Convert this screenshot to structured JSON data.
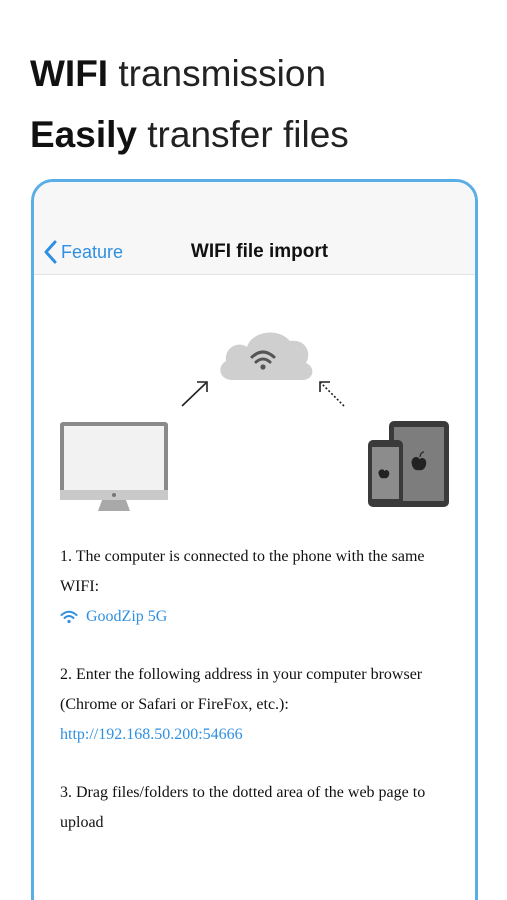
{
  "headline": {
    "line1_bold": "WIFI",
    "line1_rest": " transmission",
    "line2_bold": "Easily",
    "line2_rest": " transfer files"
  },
  "navbar": {
    "back_label": "Feature",
    "title": "WIFI file import"
  },
  "icons": {
    "back": "chevron-left-icon",
    "cloud": "cloud-wifi-icon",
    "computer": "desktop-computer-icon",
    "devices": "tablet-phone-icon",
    "wifi": "wifi-icon"
  },
  "steps": {
    "step1_text": "1. The computer is connected to the phone with the same WIFI:",
    "wifi_name": "GoodZip 5G",
    "step2_text": "2. Enter the following address in your computer browser (Chrome or Safari or FireFox, etc.):",
    "address": "http://192.168.50.200:54666",
    "step3_text": "3. Drag files/folders to the dotted area of the web page to upload"
  },
  "colors": {
    "accent": "#2f8fe0",
    "frame": "#5aaee6",
    "device_gray": "#7d7d7d"
  }
}
